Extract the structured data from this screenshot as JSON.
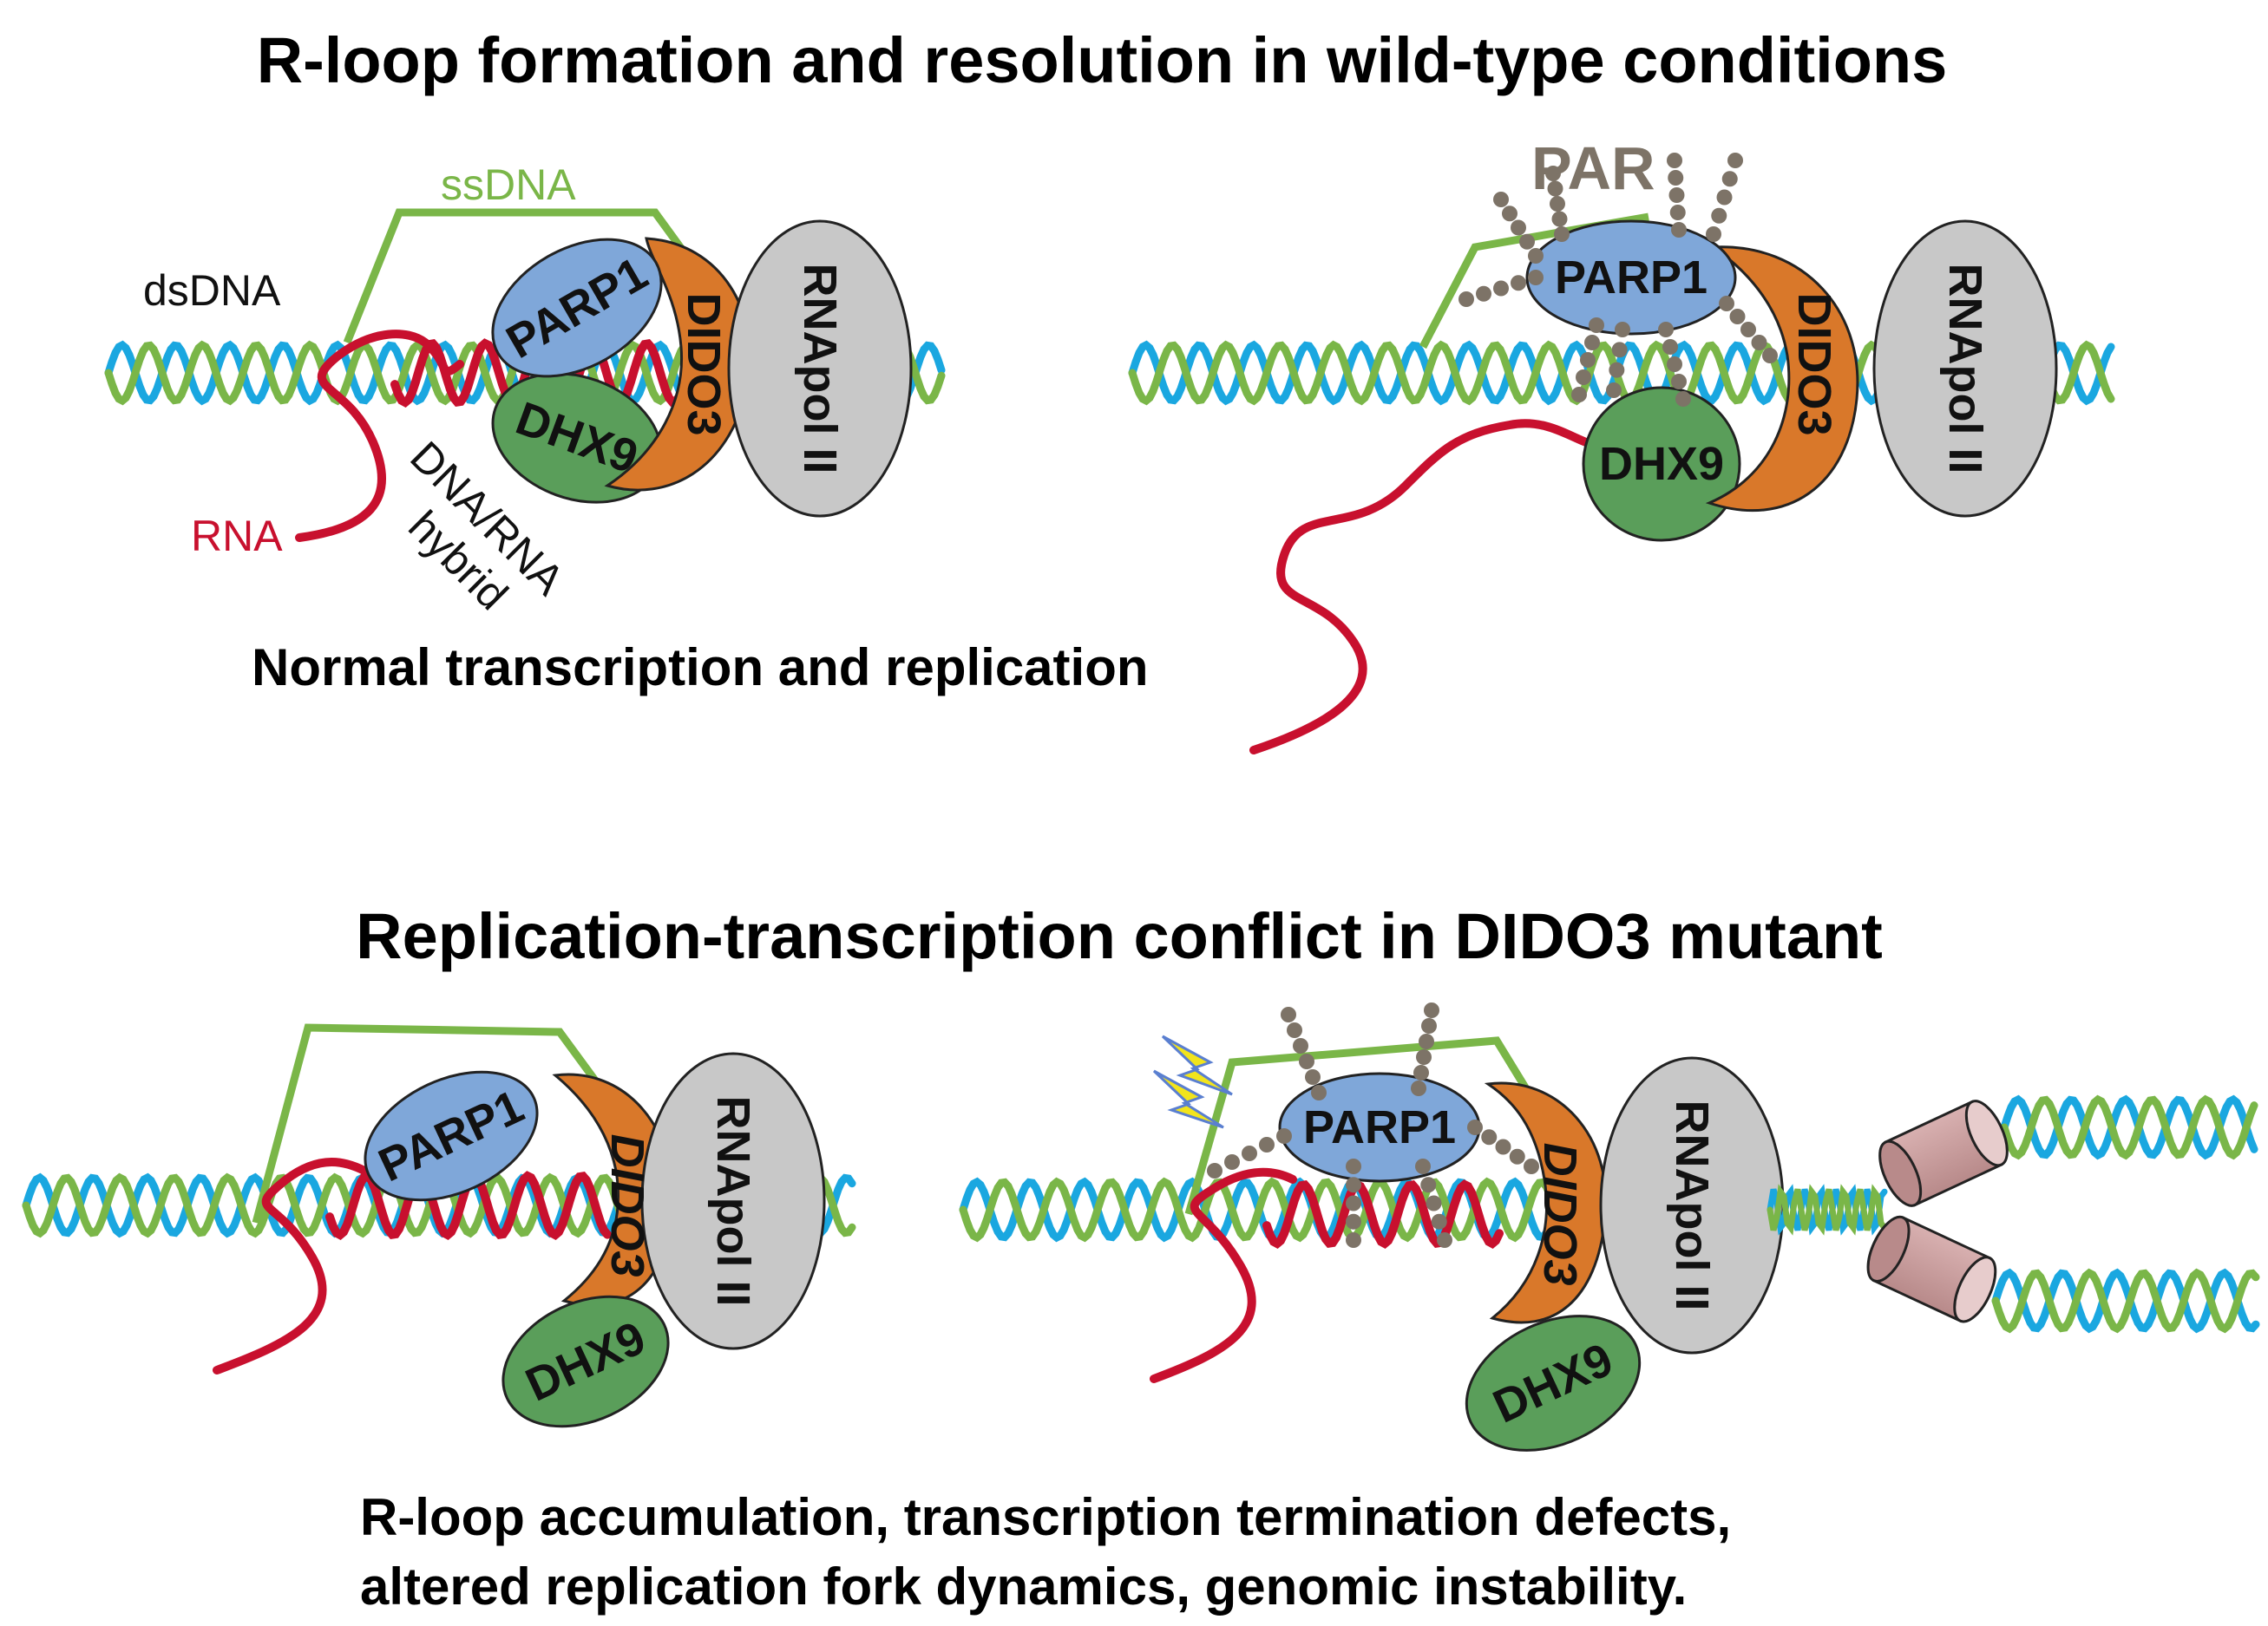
{
  "panel_top": {
    "title": "R-loop formation and resolution in wild-type conditions",
    "caption": "Normal transcription and replication",
    "labels": {
      "ssdna": "ssDNA",
      "dsdna": "dsDNA",
      "rna": "RNA",
      "hybrid_line1": "DNA/RNA",
      "hybrid_line2": "hybrid",
      "par": "PAR"
    }
  },
  "panel_bottom": {
    "title": "Replication-transcription conflict in DIDO3 mutant",
    "caption_line1": "R-loop accumulation, transcription termination defects,",
    "caption_line2": "altered replication fork dynamics, genomic instability."
  },
  "proteins": {
    "parp1": "PARP1",
    "dhx9": "DHX9",
    "dido3": "DIDO3",
    "rnapol": "RNApol II"
  },
  "colors": {
    "dna_strand_a": "#7ab648",
    "dna_strand_b": "#1aa7e0",
    "rna": "#c8102e",
    "parp1": "#7fa7d9",
    "dhx9": "#5a9e5a",
    "dido3": "#d9782a",
    "rnapol": "#c8c8c8",
    "par": "#7d7367",
    "helicase": "#c9a0a0",
    "lightning": "#f2e41c"
  }
}
